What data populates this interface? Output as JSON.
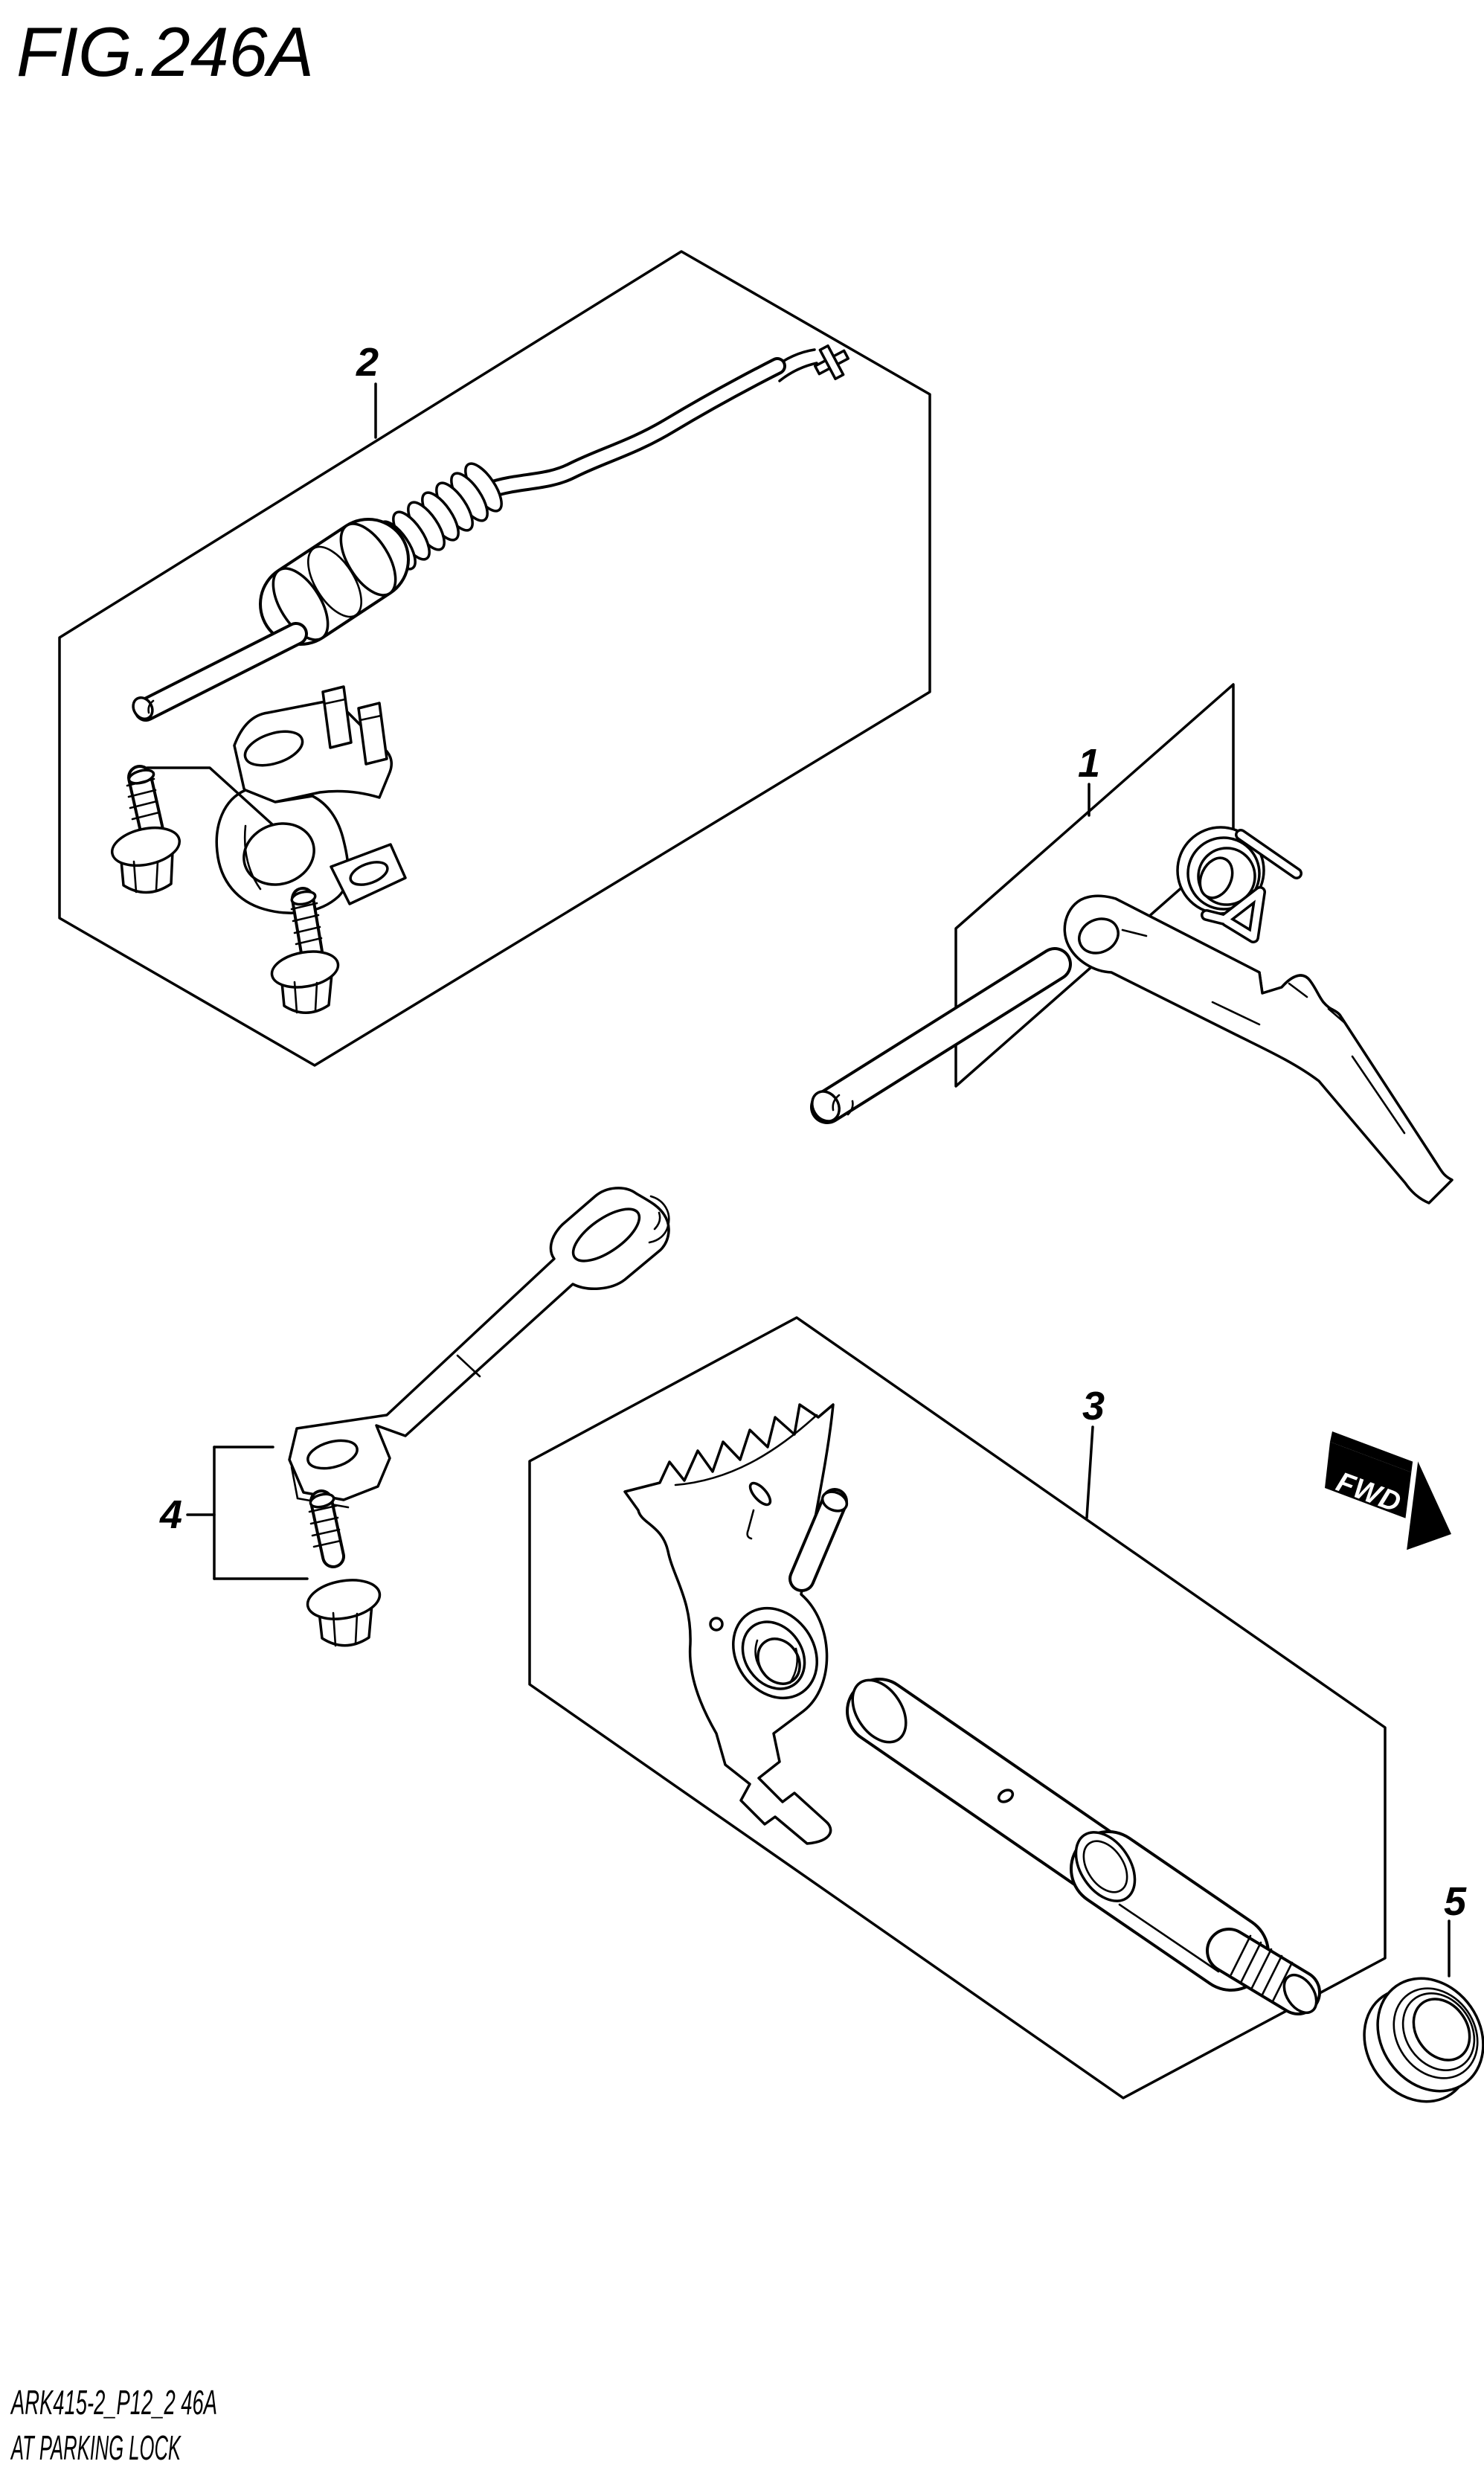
{
  "figure": {
    "title": "FIG.246A"
  },
  "direction_indicator": {
    "label": "FWD"
  },
  "callouts": [
    {
      "ref": "1"
    },
    {
      "ref": "2"
    },
    {
      "ref": "3"
    },
    {
      "ref": "4"
    },
    {
      "ref": "5"
    }
  ],
  "footer": {
    "drawing_code": "ARK415-2_P12_2 46A",
    "caption": "AT PARKING LOCK"
  },
  "colors": {
    "background": "#ffffff",
    "line": "#000000",
    "arrow_fill": "#000000",
    "arrow_text": "#ffffff"
  }
}
